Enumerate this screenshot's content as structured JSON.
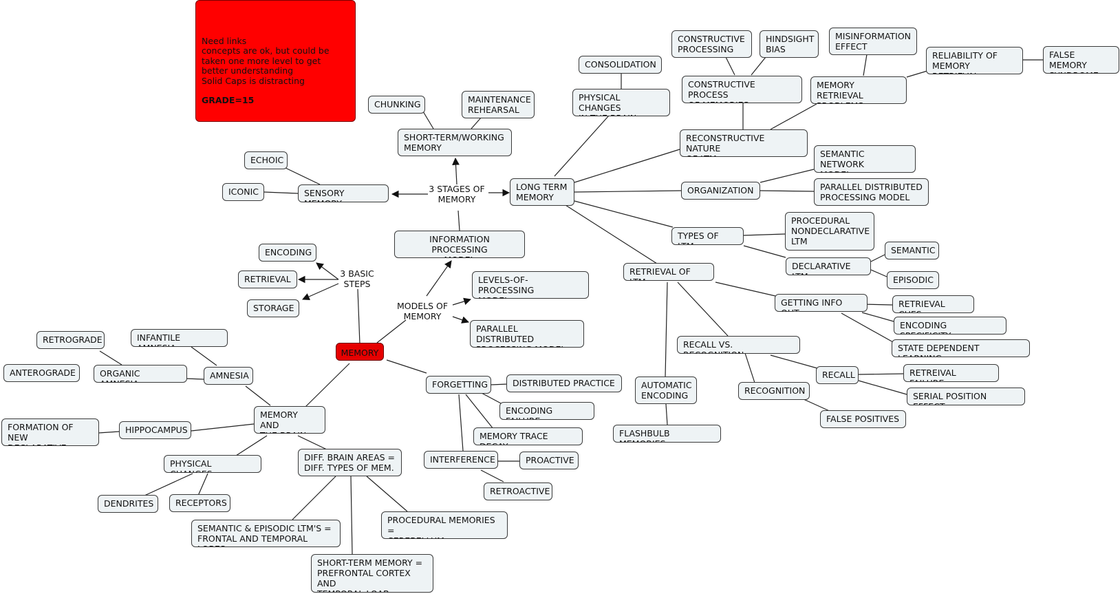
{
  "note": {
    "text": "Need links\nconcepts are ok, but could be taken one more level to get better understanding\nSolid Caps is distracting",
    "grade": "GRADE=15",
    "color": "#ff0000"
  },
  "colors": {
    "node_fill": "#eef3f5",
    "root_fill": "#e60000",
    "line": "#222222"
  },
  "nodes": {
    "memory": "MEMORY",
    "three_basic_steps": "3 BASIC\nSTEPS",
    "encoding": "ENCODING",
    "retrieval": "RETRIEVAL",
    "storage": "STORAGE",
    "models_of_memory": "MODELS OF\nMEMORY",
    "information_processing_model": "INFORMATION PROCESSING\nMODEL",
    "levels_of_processing_model": "LEVELS-OF-PROCESSING\nMODEL",
    "parallel_distributed_processing_model_1": "PARALLEL DISTRIBUTED\nPROCESSING MODEL",
    "three_stages_of_memory": "3 STAGES OF\nMEMORY",
    "sensory_memory": "SENSORY MEMORY",
    "echoic": "ECHOIC",
    "iconic": "ICONIC",
    "short_term_working_memory": "SHORT-TERM/WORKING\nMEMORY",
    "chunking": "CHUNKING",
    "maintenance_rehearsal": "MAINTENANCE\nREHEARSAL",
    "long_term_memory": "LONG TERM\nMEMORY",
    "physical_changes_in_the_brain": "PHYSICAL CHANGES\nIN THE BRAIN",
    "consolidation": "CONSOLIDATION",
    "reconstructive_nature_of_ltm": "RECONSTRUCTIVE NATURE\nOF LTM",
    "constructive_process_of_memories": "CONSTRUCTIVE PROCESS\nOF MEMORIES",
    "constructive_processing": "CONSTRUCTIVE\nPROCESSING",
    "hindsight_bias": "HINDSIGHT\nBIAS",
    "memory_retrieval_problems": "MEMORY RETRIEVAL\nPROBLEMS",
    "misinformation_effect": "MISINFORMATION\nEFFECT",
    "reliability_of_memory_retrieval": "RELIABILITY OF\nMEMORY RETRIEVAL",
    "false_memory_syndrome": "FALSE MEMORY\nSYNDROME",
    "organization": "ORGANIZATION",
    "semantic_network_model": "SEMANTIC NETWORK\nMODEL",
    "parallel_distributed_processing_model_2": "PARALLEL DISTRIBUTED\nPROCESSING MODEL",
    "types_of_ltm": "TYPES OF LTM",
    "procedural_nondeclarative_ltm": "PROCEDURAL\nNONDECLARATIVE\nLTM",
    "declarative_ltm": "DECLARATIVE LTM",
    "semantic": "SEMANTIC",
    "episodic": "EPISODIC",
    "retrieval_of_ltm": "RETRIEVAL OF LTM",
    "getting_info_out": "GETTING INFO OUT",
    "retrieval_cues": "RETRIEVAL CUES",
    "encoding_specificity": "ENCODING SPECIFICITY",
    "state_dependent_learning": "STATE DEPENDENT LEARNING",
    "recall_vs_recognition": "RECALL VS. RECOGNITION",
    "recall": "RECALL",
    "retreival_failure": "RETREIVAL FAILURE",
    "serial_position_effect": "SERIAL POSITION EFFECT",
    "recognition": "RECOGNITION",
    "false_positives": "FALSE POSITIVES",
    "automatic_encoding": "AUTOMATIC\nENCODING",
    "flashbulb_memories": "FLASHBULB MEMORIES",
    "forgetting": "FORGETTING",
    "distributed_practice": "DISTRIBUTED PRACTICE",
    "encoding_failure": "ENCODING FAILURE",
    "memory_trace_decay": "MEMORY TRACE DECAY",
    "interference": "INTERFERENCE",
    "proactive": "PROACTIVE",
    "retroactive": "RETROACTIVE",
    "memory_and_the_brain": "MEMORY AND\nTHE BRAIN",
    "amnesia": "AMNESIA",
    "infantile_amnesia": "INFANTILE AMNESIA",
    "organic_amnesia": "ORGANIC AMNESIA",
    "retrograde": "RETROGRADE",
    "anterograde": "ANTEROGRADE",
    "hippocampus": "HIPPOCAMPUS",
    "formation_of_new_declarative_ltms": "FORMATION OF NEW\nDECLARATIVE LTM'S",
    "physical_changes": "PHYSICAL CHANGES",
    "dendrites": "DENDRITES",
    "receptors": "RECEPTORS",
    "diff_brain_areas": "DIFF. BRAIN AREAS =\nDIFF. TYPES OF MEM.",
    "semantic_episodic_ltms": "SEMANTIC & EPISODIC LTM'S =\nFRONTAL AND TEMPORAL LOBES",
    "short_term_memory_cortex": "SHORT-TERM MEMORY =\nPREFRONTAL CORTEX AND\nTEMPORAL LOAB",
    "procedural_memories": "PROCEDURAL MEMORIES =\nCEREBELLUM"
  }
}
